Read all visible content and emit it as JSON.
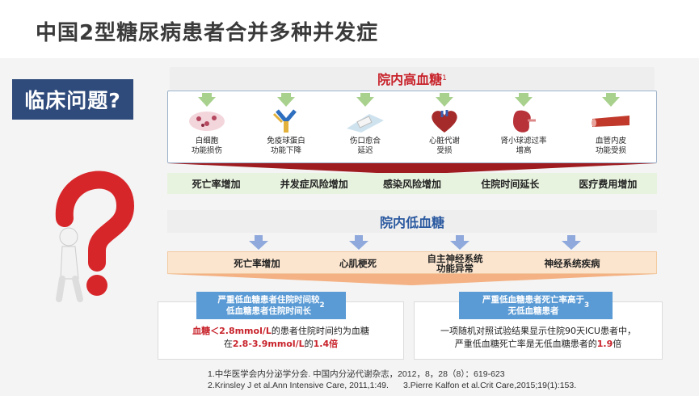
{
  "title": "中国2型糖尿病患者合并多种并发症",
  "clinical_question": "临床问题?",
  "hyperglycemia": {
    "header": "院内高血糖",
    "header_sup": "1",
    "organs": [
      {
        "label": "白细胞\n功能损伤",
        "icon": "leukocyte-icon"
      },
      {
        "label": "免疫球蛋白\n功能下降",
        "icon": "antibody-icon"
      },
      {
        "label": "伤口愈合\n延迟",
        "icon": "wound-icon"
      },
      {
        "label": "心脏代谢\n受损",
        "icon": "heart-icon"
      },
      {
        "label": "肾小球滤过率\n增高",
        "icon": "kidney-icon"
      },
      {
        "label": "血管内皮\n功能受损",
        "icon": "vessel-icon"
      }
    ],
    "outcomes": [
      "死亡率增加",
      "并发症风险增加",
      "感染风险增加",
      "住院时间延长",
      "医疗费用增加"
    ]
  },
  "hypoglycemia": {
    "header": "院内低血糖",
    "outcomes": [
      "死亡率增加",
      "心肌梗死",
      "自主神经系统\n功能异常",
      "神经系统疾病"
    ]
  },
  "evidence_left": {
    "label": "严重低血糖患者住院时间较\n低血糖患者住院时间长",
    "label_sup": "2",
    "line1_red": "血糖＜2.8mmol/L",
    "line1_rest": "的患者住院时间约为血糖",
    "line2_pre": "在",
    "line2_red": "2.8-3.9mmol/L",
    "line2_mid": "的",
    "line2_red2": "1.4倍"
  },
  "evidence_right": {
    "label": "严重低血糖患者死亡率高于\n无低血糖患者",
    "label_sup": "3",
    "line1": "一项随机对照试验结果显示住院90天ICU患者中，",
    "line2_pre": "严重低血糖死亡率是无低血糖患者的",
    "line2_red": "1.9",
    "line2_post": "倍"
  },
  "references": {
    "ref1": "1.中华医学会内分泌学分会. 中国内分泌代谢杂志，2012，8，28（8）：619-623",
    "ref2": "2.Krinsley J et al.Ann Intensive Care, 2011,1:49.",
    "ref3": "3.Pierre Kalfon et al.Crit Care,2015;19(1):153."
  },
  "colors": {
    "red": "#c8232b",
    "blue": "#2c5aa0",
    "navy_box": "#2f4b7c",
    "green_arrow": "#a9d18e",
    "blue_arrow": "#8fa9dc",
    "orange": "#f4b183"
  }
}
